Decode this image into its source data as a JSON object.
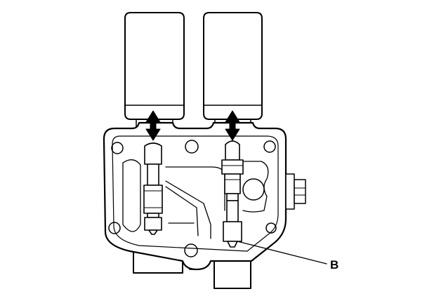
{
  "diagram": {
    "callouts": [
      {
        "label": "B"
      }
    ],
    "colors": {
      "line": "#000000",
      "background": "#ffffff"
    },
    "parts": {
      "left_solenoid": "solenoid",
      "right_solenoid": "solenoid",
      "left_arrow": "double-arrow",
      "right_arrow": "double-arrow",
      "housing": "valve-body",
      "left_spool": "valve-spool",
      "right_spool": "valve-spool",
      "bolt": "bolt"
    }
  }
}
